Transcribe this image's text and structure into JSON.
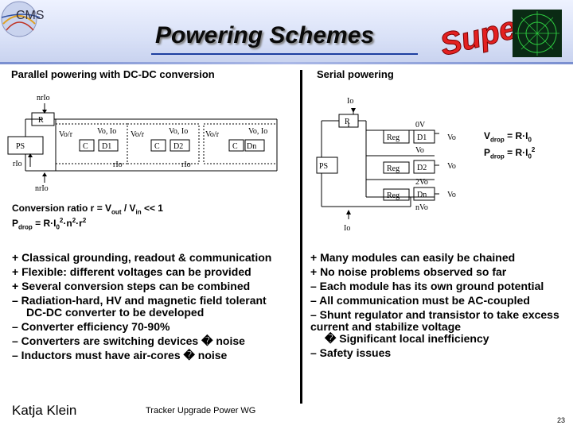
{
  "header": {
    "logo_left": "CMS",
    "title": "Powering Schemes",
    "logo_right": "Super"
  },
  "left": {
    "subtitle": "Parallel powering with DC-DC conversion",
    "diagram": {
      "top_label": "nrIo",
      "R": "R",
      "PS": "PS",
      "rIo_left": "rIo",
      "bottom_label": "nrIo",
      "vo_r_1": "Vo/r",
      "vo_io_1": "Vo, Io",
      "vo_r_2": "Vo/r",
      "vo_io_2": "Vo, Io",
      "vo_r_3": "Vo/r",
      "C1": "C",
      "D1": "D1",
      "C2": "C",
      "D2": "D2",
      "C3": "C",
      "Dn": "Dn",
      "rIo_mid": "rIo",
      "rIo_right": "rIo"
    },
    "conversion": {
      "line1_a": "Conversion ratio r = V",
      "line1_sub1": "out",
      "line1_b": " / V",
      "line1_sub2": "in",
      "line1_c": "  << 1",
      "line2_a": "P",
      "line2_sub": "drop",
      "line2_b": " = R·I",
      "line2_sub2": "0",
      "line2_sup1": "2",
      "line2_c": "·n",
      "line2_sup2": "2",
      "line2_d": "·r",
      "line2_sup3": "2"
    },
    "bullets": [
      "+ Classical grounding, readout & communication",
      "+ Flexible: different voltages can be provided",
      "+ Several conversion steps can be combined",
      "– Radiation-hard, HV and magnetic field tolerant",
      "DC-DC converter to be developed",
      "– Converter efficiency 70-90%",
      "– Converters are switching devices � noise",
      "– Inductors must have air-cores � noise"
    ]
  },
  "right": {
    "subtitle": "Serial powering",
    "diagram": {
      "Io_top": "Io",
      "R": "R",
      "PS": "PS",
      "Io_bottom": "Io",
      "0V": "0V",
      "Vo_a": "Vo",
      "2Vo": "2Vo",
      "nVo": "nVo",
      "Reg1": "Reg",
      "D1": "D1",
      "Reg2": "Reg",
      "D2": "D2",
      "Reg3": "Reg",
      "Dn": "Dn",
      "Vo_1": "Vo",
      "Vo_2": "Vo",
      "Vo_3": "Vo"
    },
    "eq1_a": "V",
    "eq1_sub": "drop",
    "eq1_b": " = R·I",
    "eq1_sub2": "0",
    "eq2_a": "P",
    "eq2_sub": "drop",
    "eq2_b": " = R·I",
    "eq2_sub2": "0",
    "eq2_sup": "2",
    "bullets": [
      "+ Many modules can easily be chained",
      "+ No noise problems observed so far",
      "– Each module has its own ground potential",
      "– All communication must be AC-coupled",
      "– Shunt regulator and transistor to take excess current and stabilize voltage",
      "� Significant local inefficiency",
      "– Safety issues"
    ]
  },
  "footer": {
    "author": "Katja Klein",
    "event": "Tracker Upgrade Power WG",
    "page": "23"
  }
}
